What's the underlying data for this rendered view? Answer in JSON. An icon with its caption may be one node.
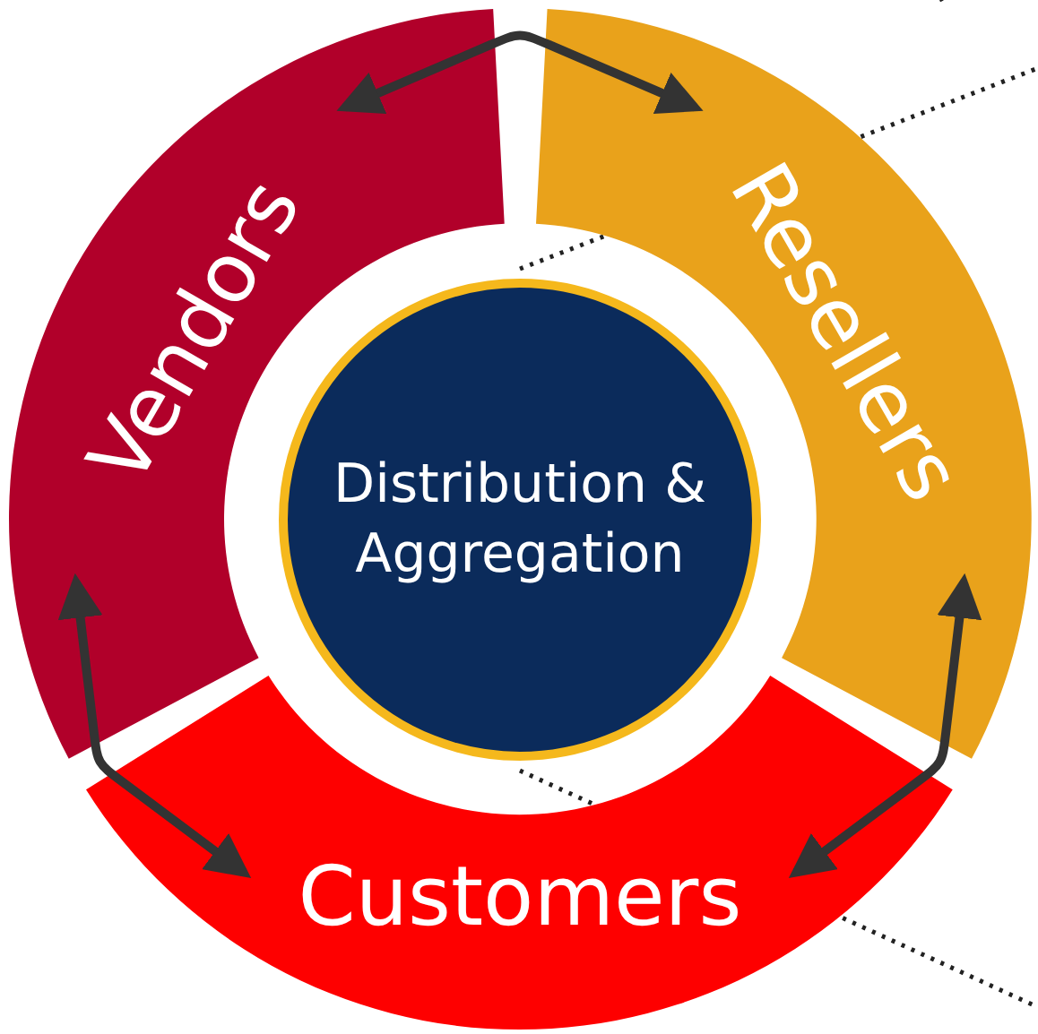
{
  "diagram": {
    "nodes": [
      {
        "text": [
          "Distribution & Aggregation"
        ]
      },
      {
        "text": [
          "Vendors"
        ]
      },
      {
        "text": [
          "Resellers"
        ]
      },
      {
        "text": [
          "Customers"
        ]
      }
    ],
    "edges": [
      {
        "from": 1,
        "to": 2,
        "arrow": "both"
      },
      {
        "from": 1,
        "to": 3,
        "arrow": "both"
      },
      {
        "from": 2,
        "to": 3,
        "arrow": "both"
      }
    ]
  }
}
